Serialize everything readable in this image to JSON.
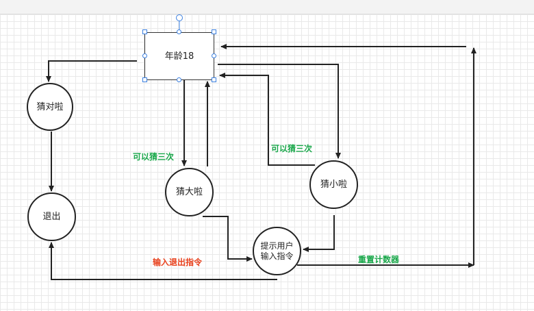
{
  "nodes": {
    "age": "年龄18",
    "guess_right": "猜对啦",
    "exit": "退出",
    "guess_big": "猜大啦",
    "guess_small": "猜小啦",
    "prompt": "提示用户输入指令"
  },
  "edge_labels": {
    "three_tries_left": "可以猜三次",
    "three_tries_right": "可以猜三次",
    "exit_command": "输入退出指令",
    "reset_counter": "重置计数器"
  },
  "colors": {
    "stroke": "#222222",
    "label_green": "#19a74a",
    "label_red": "#e8401c",
    "selection": "#3a7fe0"
  }
}
